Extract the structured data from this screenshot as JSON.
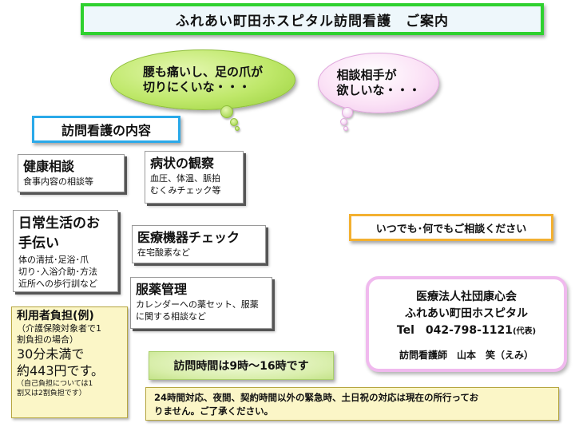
{
  "title": "ふれあい町田ホスピタル訪問看護　ご案内",
  "bubbles": {
    "green": [
      "腰も痛いし、足の爪が",
      "切りにくいな・・・"
    ],
    "pink": [
      "相談相手が",
      "欲しいな・・・"
    ]
  },
  "section_header": "訪問看護の内容",
  "cards": {
    "consultation": {
      "head": "健康相談",
      "sub": [
        "食事内容の相談等"
      ]
    },
    "observation": {
      "head": "病状の観察",
      "sub": [
        "血圧、体温、脈拍",
        "むくみチェック等"
      ]
    },
    "daily_life": {
      "head": [
        "日常生活のお",
        "手伝い"
      ],
      "sub": [
        "体の清拭･足浴･爪",
        "切り･入浴介助･方法",
        "近所への歩行訓など"
      ]
    },
    "equipment": {
      "head": "医療機器チェック",
      "sub": [
        "在宅酸素など"
      ]
    },
    "medication": {
      "head": "服薬管理",
      "sub": [
        "カレンダーへの薬セット、服薬",
        "に関する相談など"
      ]
    }
  },
  "cost": {
    "heading": "利用者負担(例)",
    "note": [
      "（介護保険対象者で1",
      "割負担の場合）"
    ],
    "amount": [
      "30分未満で",
      "約443円です。"
    ],
    "footnote": [
      "（自己負担については1",
      "割又は2割負担です）"
    ]
  },
  "anytime": "いつでも･何でもご相談ください",
  "hospital": {
    "corp": "医療法人社団康心会",
    "name": "ふれあい町田ホスピタル",
    "tel_prefix": "Tel　",
    "tel": "042-798-1121",
    "tel_suffix": "(代表)",
    "nurse": "訪問看護師　山本　笑（えみ）"
  },
  "hours": "訪問時間は9時～16時です",
  "notice": [
    "24時間対応、夜間、契約時間以外の緊急時、土日祝の対応は現在の所行ってお",
    "りません。ご了承ください。"
  ],
  "colors": {
    "title_border": "#2fd12f",
    "section_border": "#2aa9e9",
    "anytime_border": "#f3b030",
    "hospital_border": "#f0b9ee",
    "cost_bg": "#fbf6c7",
    "bubble_green": "#bfe86a",
    "bubble_pink": "#fbe2f6"
  }
}
